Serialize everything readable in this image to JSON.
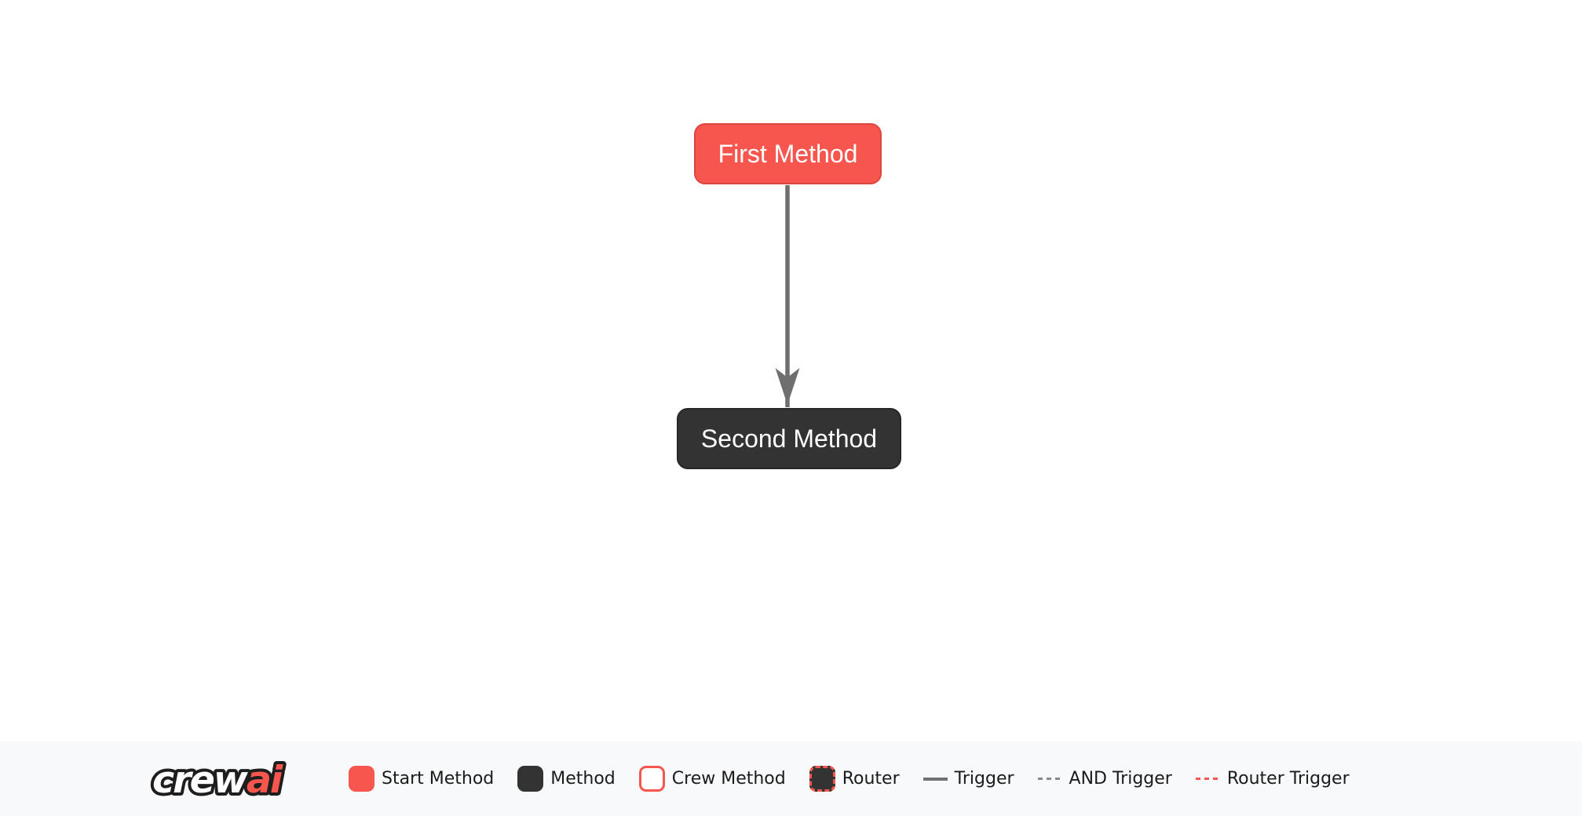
{
  "flow": {
    "nodes": [
      {
        "id": "first_method",
        "label": "First Method",
        "type": "start-method"
      },
      {
        "id": "second_method",
        "label": "Second Method",
        "type": "method"
      }
    ],
    "edges": [
      {
        "from": "first_method",
        "to": "second_method",
        "type": "trigger"
      }
    ]
  },
  "legend": {
    "logo": {
      "crew": "crew",
      "ai": "ai"
    },
    "items": [
      {
        "label": "Start Method",
        "icon": "start-method-swatch"
      },
      {
        "label": "Method",
        "icon": "method-swatch"
      },
      {
        "label": "Crew Method",
        "icon": "crew-method-swatch"
      },
      {
        "label": "Router",
        "icon": "router-swatch"
      },
      {
        "label": "Trigger",
        "icon": "trigger-line"
      },
      {
        "label": "AND Trigger",
        "icon": "and-trigger-line"
      },
      {
        "label": "Router Trigger",
        "icon": "router-trigger-line"
      }
    ]
  },
  "colors": {
    "brand_red": "#F7564E",
    "start_fill": "#F7564E",
    "start_border": "#DE453D",
    "method_fill": "#333333",
    "method_border": "#262626",
    "edge": "#6F6F6F",
    "and_trigger_dash": "#8A8A8A",
    "router_trigger_dash": "#F7564E",
    "legend_bg": "#F8F9FA",
    "node_text": "#FFFFFF",
    "legend_text": "#1B1B1B"
  }
}
